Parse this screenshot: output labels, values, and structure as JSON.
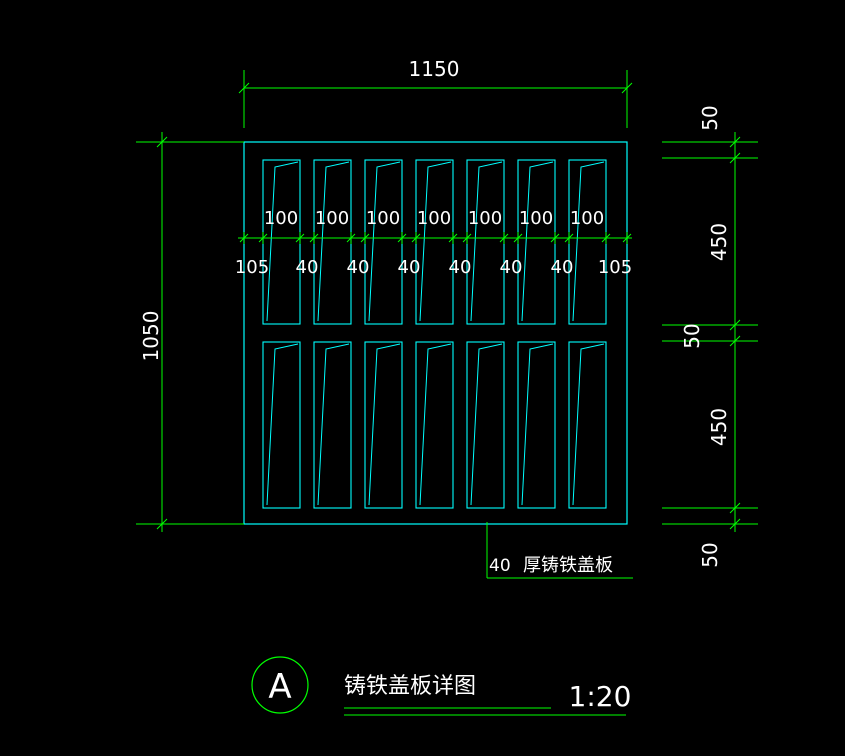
{
  "colors": {
    "background": "#000000",
    "outline": "#00ffff",
    "dimension": "#00ff00",
    "text": "#ffffff"
  },
  "dimensions": {
    "top_width": "1150",
    "left_height": "1050",
    "slot_widths": [
      "100",
      "100",
      "100",
      "100",
      "100",
      "100",
      "100"
    ],
    "gaps": [
      "105",
      "40",
      "40",
      "40",
      "40",
      "40",
      "40",
      "105"
    ],
    "right": [
      "50",
      "450",
      "50",
      "450",
      "50"
    ]
  },
  "note": {
    "thickness": "40",
    "label": "厚铸铁盖板"
  },
  "title_block": {
    "symbol": "A",
    "title": "铸铁盖板详图",
    "scale": "1:20"
  }
}
